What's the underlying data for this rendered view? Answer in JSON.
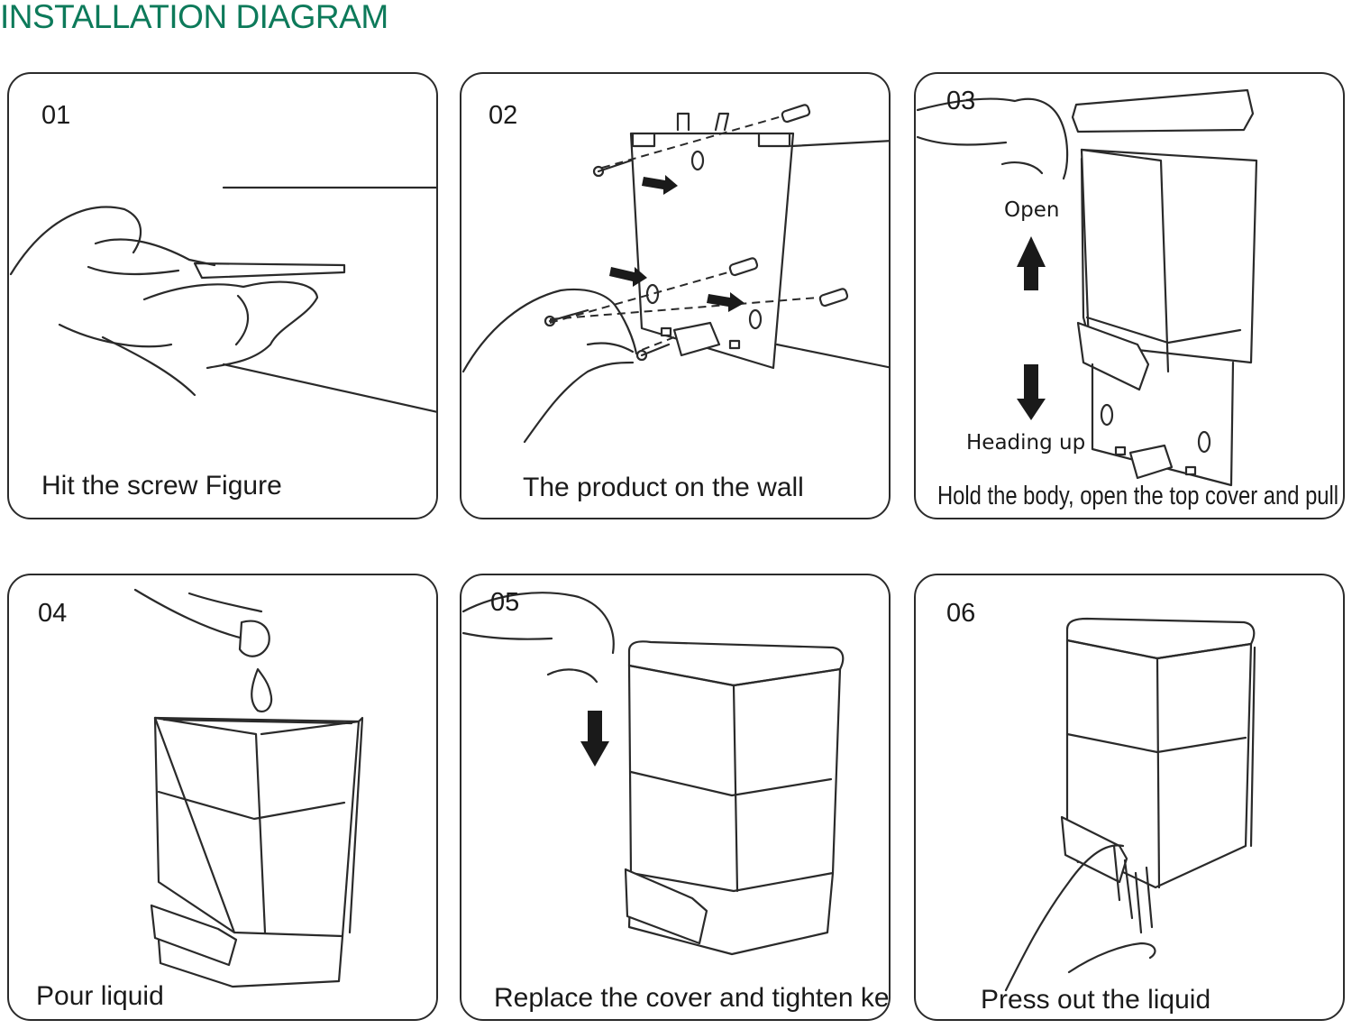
{
  "title": "INSTALLATION DIAGRAM",
  "steps": [
    {
      "number": "01",
      "caption": "Hit the screw Figure"
    },
    {
      "number": "02",
      "caption": "The product on the wall"
    },
    {
      "number": "03",
      "caption": "Hold the body, open the top cover and pull up.",
      "labels": {
        "open": "Open",
        "heading_up": "Heading up"
      }
    },
    {
      "number": "04",
      "caption": "Pour liquid"
    },
    {
      "number": "05",
      "caption": "Replace the cover and tighten key"
    },
    {
      "number": "06",
      "caption": "Press out the liquid"
    }
  ]
}
